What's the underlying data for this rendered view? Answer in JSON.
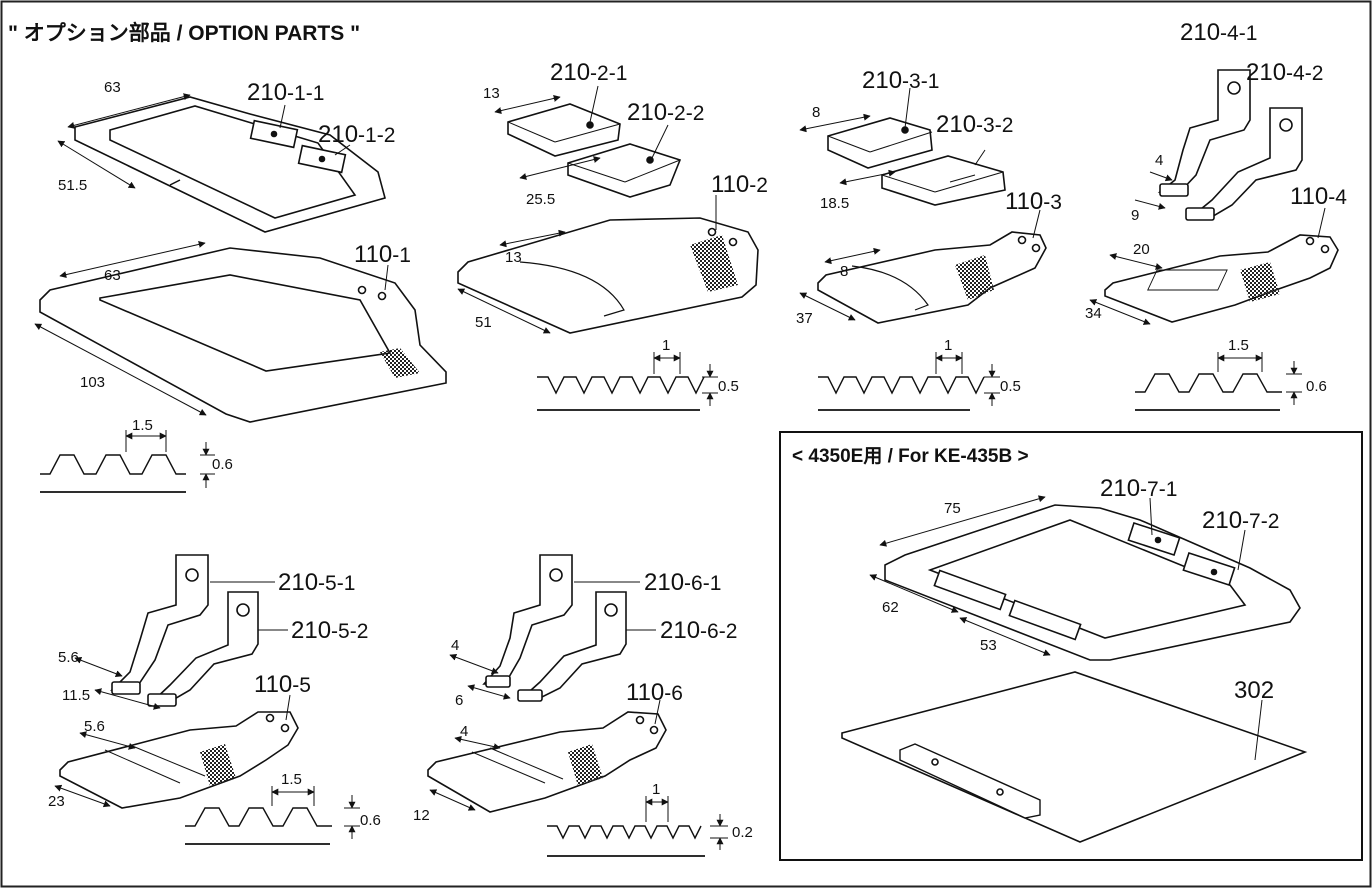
{
  "title": "\" オプション部品 / OPTION PARTS \"",
  "subpanel_title": "< 4350E用 / For KE-435B >",
  "parts": {
    "p210_1_1": {
      "main": "210",
      "suffix": "-1-1"
    },
    "p210_1_2": {
      "main": "210",
      "suffix": "-1-2"
    },
    "p110_1": {
      "main": "110",
      "suffix": "-1"
    },
    "p210_2_1": {
      "main": "210",
      "suffix": "-2-1"
    },
    "p210_2_2": {
      "main": "210",
      "suffix": "-2-2"
    },
    "p110_2": {
      "main": "110",
      "suffix": "-2"
    },
    "p210_3_1": {
      "main": "210",
      "suffix": "-3-1"
    },
    "p210_3_2": {
      "main": "210",
      "suffix": "-3-2"
    },
    "p110_3": {
      "main": "110",
      "suffix": "-3"
    },
    "p210_4_1": {
      "main": "210",
      "suffix": "-4-1"
    },
    "p210_4_2": {
      "main": "210",
      "suffix": "-4-2"
    },
    "p110_4": {
      "main": "110",
      "suffix": "-4"
    },
    "p210_5_1": {
      "main": "210",
      "suffix": "-5-1"
    },
    "p210_5_2": {
      "main": "210",
      "suffix": "-5-2"
    },
    "p110_5": {
      "main": "110",
      "suffix": "-5"
    },
    "p210_6_1": {
      "main": "210",
      "suffix": "-6-1"
    },
    "p210_6_2": {
      "main": "210",
      "suffix": "-6-2"
    },
    "p110_6": {
      "main": "110",
      "suffix": "-6"
    },
    "p210_7_1": {
      "main": "210",
      "suffix": "-7-1"
    },
    "p210_7_2": {
      "main": "210",
      "suffix": "-7-2"
    },
    "p302": {
      "main": "302"
    }
  },
  "dimensions": {
    "d1_w63": "63",
    "d1_w515": "51.5",
    "d1_p63": "63",
    "d1_p103": "103",
    "d2_13a": "13",
    "d2_255": "25.5",
    "d2_13b": "13",
    "d2_51": "51",
    "d3_8a": "8",
    "d3_185": "18.5",
    "d3_8b": "8",
    "d3_37": "37",
    "d4_4": "4",
    "d4_9": "9",
    "d4_20": "20",
    "d4_34": "34",
    "d5_56a": "5.6",
    "d5_115": "11.5",
    "d5_56b": "5.6",
    "d5_23": "23",
    "d6_4a": "4",
    "d6_6": "6",
    "d6_4b": "4",
    "d6_12": "12",
    "d7_75": "75",
    "d7_62": "62",
    "d7_53": "53"
  },
  "serrations": {
    "s1": {
      "pitch": "1.5",
      "depth": "0.6"
    },
    "s2": {
      "pitch": "1",
      "depth": "0.5"
    },
    "s3": {
      "pitch": "1",
      "depth": "0.5"
    },
    "s4": {
      "pitch": "1.5",
      "depth": "0.6"
    },
    "s5": {
      "pitch": "1.5",
      "depth": "0.6"
    },
    "s6": {
      "pitch": "1",
      "depth": "0.2"
    }
  }
}
